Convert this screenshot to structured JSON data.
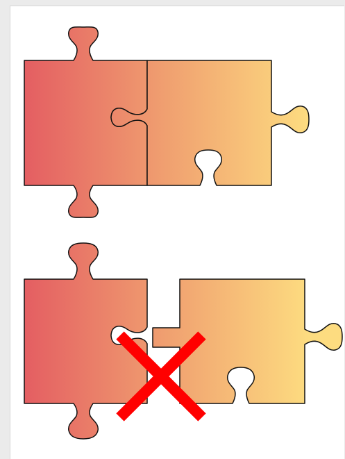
{
  "illustration": {
    "top_example": {
      "status": "correct-fit",
      "pieces": [
        "left-piece",
        "right-piece"
      ]
    },
    "bottom_example": {
      "status": "incorrect-fit",
      "pieces": [
        "left-piece",
        "right-piece"
      ],
      "marker": "cross-mark-icon"
    }
  },
  "colors": {
    "gradient_start": "#e45e62",
    "gradient_mid": "#f0a070",
    "gradient_end": "#fddc80",
    "outline": "#111111",
    "cross": "#ff0000",
    "page": "#ffffff",
    "background": "#ebebeb"
  }
}
